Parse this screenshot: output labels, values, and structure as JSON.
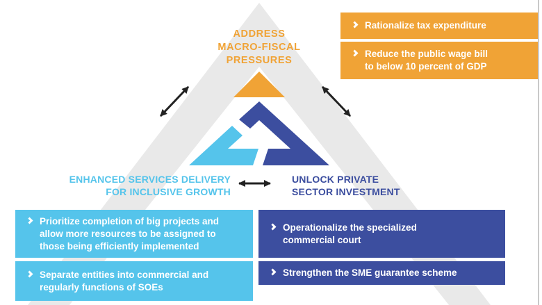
{
  "colors": {
    "orange": "#F0A336",
    "light_blue": "#55C4EB",
    "dark_blue": "#3C4E9F",
    "pyramid_gray": "#E9E9E9",
    "arrow": "#222222"
  },
  "icons": {
    "bullet": "chevron-right",
    "connector": "double-headed-arrow"
  },
  "pillars": {
    "macro_fiscal": {
      "title": "ADDRESS\nMACRO-FISCAL\nPRESSURES",
      "actions": [
        {
          "text": "Rationalize tax expenditure"
        },
        {
          "text": "Reduce the public wage bill\nto below 10 percent of GDP"
        }
      ]
    },
    "services_delivery": {
      "title": "ENHANCED SERVICES DELIVERY\nFOR INCLUSIVE GROWTH",
      "actions": [
        {
          "text": "Prioritize completion of big projects and\nallow more resources to be assigned to\nthose being efficiently implemented"
        },
        {
          "text": "Separate entities into commercial and\nregularly functions of SOEs"
        }
      ]
    },
    "private_investment": {
      "title": "UNLOCK PRIVATE\nSECTOR INVESTMENT",
      "actions": [
        {
          "text": "Operationalize the specialized\ncommercial court"
        },
        {
          "text": "Strengthen the SME guarantee scheme"
        }
      ]
    }
  }
}
